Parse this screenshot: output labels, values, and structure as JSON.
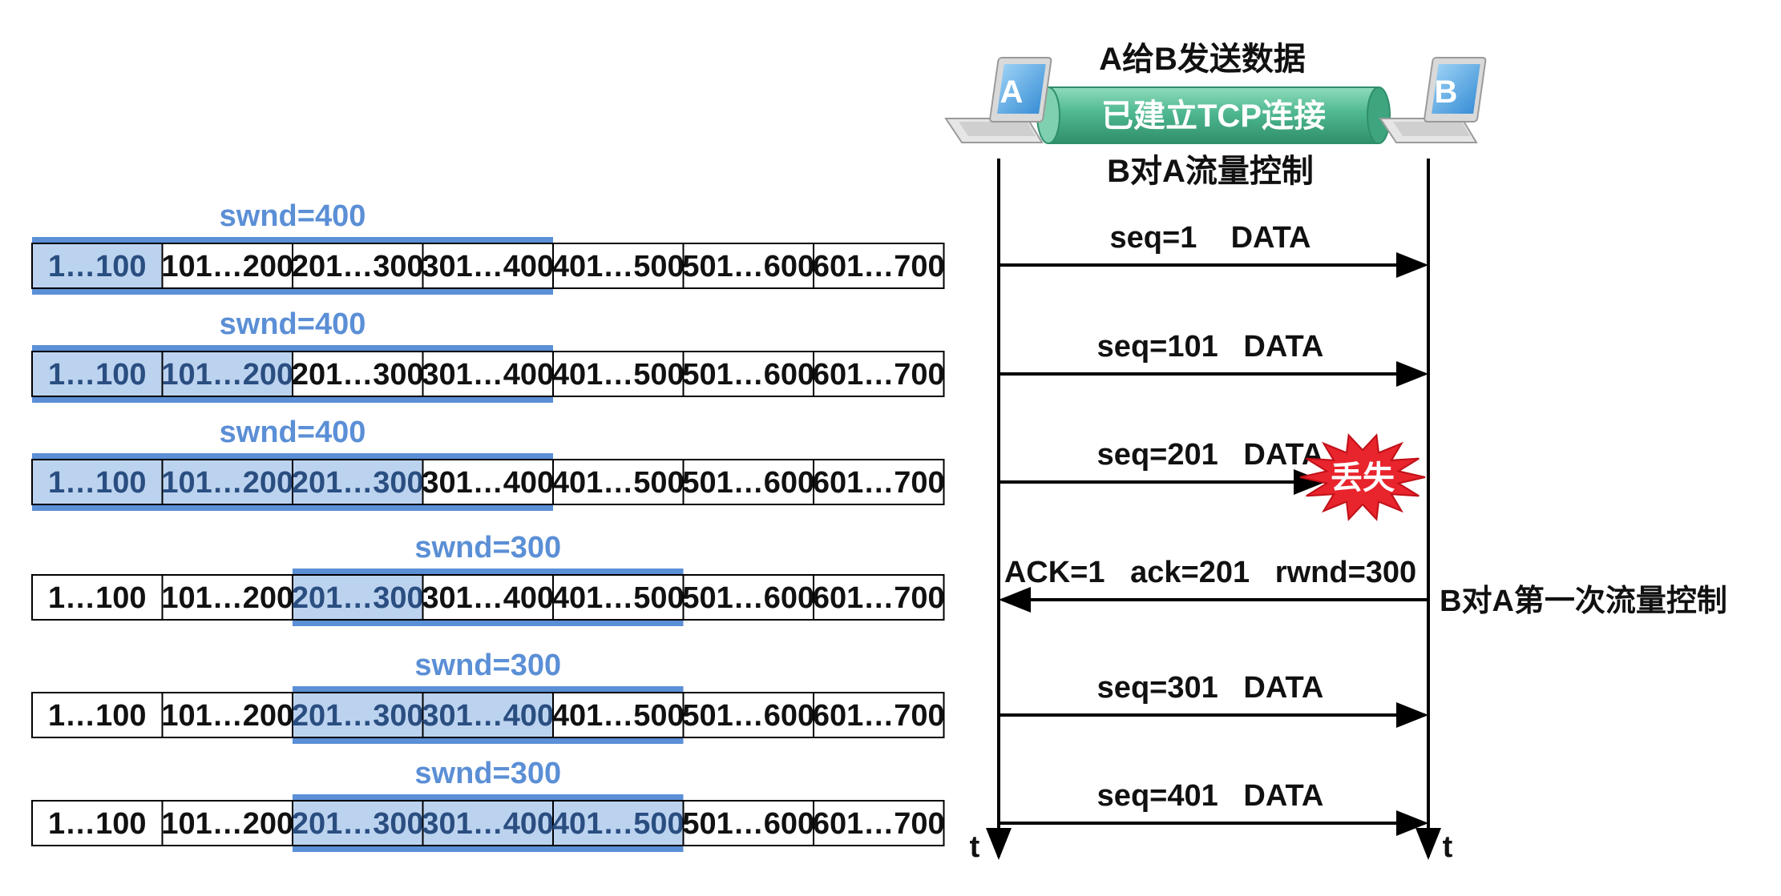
{
  "header": {
    "top_label": "A给B发送数据",
    "connection_label": "已建立TCP连接",
    "bottom_label": "B对A流量控制"
  },
  "hosts": {
    "a_label": "A",
    "b_label": "B"
  },
  "timeline": {
    "time_label_a": "t",
    "time_label_b": "t"
  },
  "colors": {
    "window_fill": "#5b8fd6",
    "sent_fill": "#bcd3f0",
    "window_label": "#5b8fd6",
    "cylinder": "#4fb890",
    "lost_burst": "#e8242c"
  },
  "segments": [
    "1…100",
    "101…200",
    "201…300",
    "301…400",
    "401…500",
    "501…600",
    "601…700"
  ],
  "rows": [
    {
      "swnd_label": "swnd=400",
      "window_start": 0,
      "window_size": 4,
      "sent_through": 0
    },
    {
      "swnd_label": "swnd=400",
      "window_start": 0,
      "window_size": 4,
      "sent_through": 1
    },
    {
      "swnd_label": "swnd=400",
      "window_start": 0,
      "window_size": 4,
      "sent_through": 2
    },
    {
      "swnd_label": "swnd=300",
      "window_start": 2,
      "window_size": 3,
      "sent_through": 2
    },
    {
      "swnd_label": "swnd=300",
      "window_start": 2,
      "window_size": 3,
      "sent_through": 3
    },
    {
      "swnd_label": "swnd=300",
      "window_start": 2,
      "window_size": 3,
      "sent_through": 4
    }
  ],
  "messages": [
    {
      "label": "seq=1    DATA",
      "direction": "a_to_b",
      "lost": false
    },
    {
      "label": "seq=101   DATA",
      "direction": "a_to_b",
      "lost": false
    },
    {
      "label": "seq=201   DATA",
      "direction": "a_to_b",
      "lost": true,
      "lost_label": "丢失"
    },
    {
      "label": "ACK=1   ack=201   rwnd=300",
      "direction": "b_to_a",
      "lost": false,
      "side_note": "B对A第一次流量控制"
    },
    {
      "label": "seq=301   DATA",
      "direction": "a_to_b",
      "lost": false
    },
    {
      "label": "seq=401   DATA",
      "direction": "a_to_b",
      "lost": false
    }
  ]
}
